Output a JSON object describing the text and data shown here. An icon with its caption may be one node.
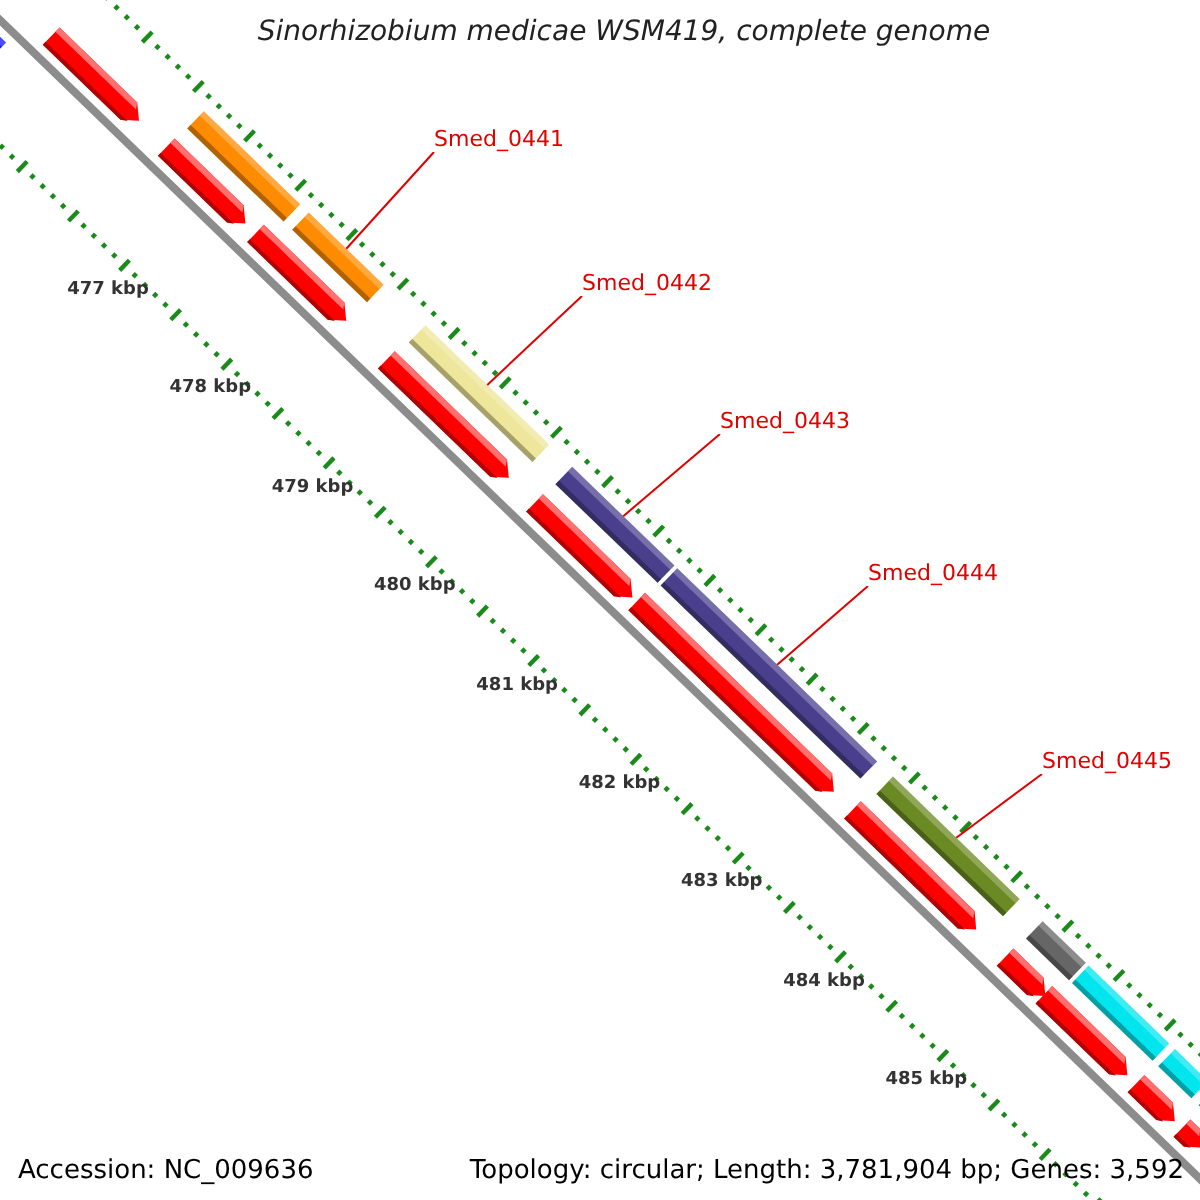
{
  "diagram": {
    "title": "Sinorhizobium medicae WSM419, complete genome",
    "nodes": [
      {
        "text": [
          "Smed_0441"
        ]
      },
      {
        "text": [
          "Smed_0442"
        ]
      },
      {
        "text": [
          "Smed_0443"
        ]
      },
      {
        "text": [
          "Smed_0444"
        ]
      },
      {
        "text": [
          "Smed_0445"
        ]
      },
      {
        "text": [],
        "shape": "bar"
      },
      {
        "text": [],
        "shape": "arrow"
      },
      {
        "text": [],
        "shape": "arrow"
      },
      {
        "text": [],
        "shape": "bar"
      },
      {
        "text": [],
        "shape": "arrow"
      },
      {
        "text": [],
        "shape": "bar"
      },
      {
        "text": [],
        "shape": "arrow"
      },
      {
        "text": [],
        "shape": "bar"
      },
      {
        "text": [],
        "shape": "arrow"
      },
      {
        "text": [],
        "shape": "bar"
      },
      {
        "text": [],
        "shape": "arrow"
      },
      {
        "text": [],
        "shape": "bar"
      },
      {
        "text": [],
        "shape": "arrow"
      },
      {
        "text": [],
        "shape": "bar"
      },
      {
        "text": [],
        "shape": "arrow"
      },
      {
        "text": [],
        "shape": "bar"
      },
      {
        "text": [],
        "shape": "arrow"
      },
      {
        "text": [],
        "shape": "bar"
      },
      {
        "text": [],
        "shape": "arrow"
      },
      {
        "text": [],
        "shape": "bar"
      },
      {
        "text": [],
        "shape": "bar"
      },
      {
        "text": [],
        "shape": "arrow"
      }
    ],
    "edges": [
      {
        "from": 0,
        "to": 10,
        "arrow": "none"
      },
      {
        "from": 1,
        "to": 12,
        "arrow": "none"
      },
      {
        "from": 2,
        "to": 14,
        "arrow": "none"
      },
      {
        "from": 3,
        "to": 16,
        "arrow": "none"
      },
      {
        "from": 4,
        "to": 18,
        "arrow": "none"
      }
    ],
    "labels": [
      "477 kbp",
      "478 kbp",
      "479 kbp",
      "480 kbp",
      "481 kbp",
      "482 kbp",
      "483 kbp",
      "484 kbp",
      "485 kbp",
      "Accession: NC_009636",
      "Topology: circular; Length: 3,781,904 bp; Genes: 3,592"
    ]
  }
}
